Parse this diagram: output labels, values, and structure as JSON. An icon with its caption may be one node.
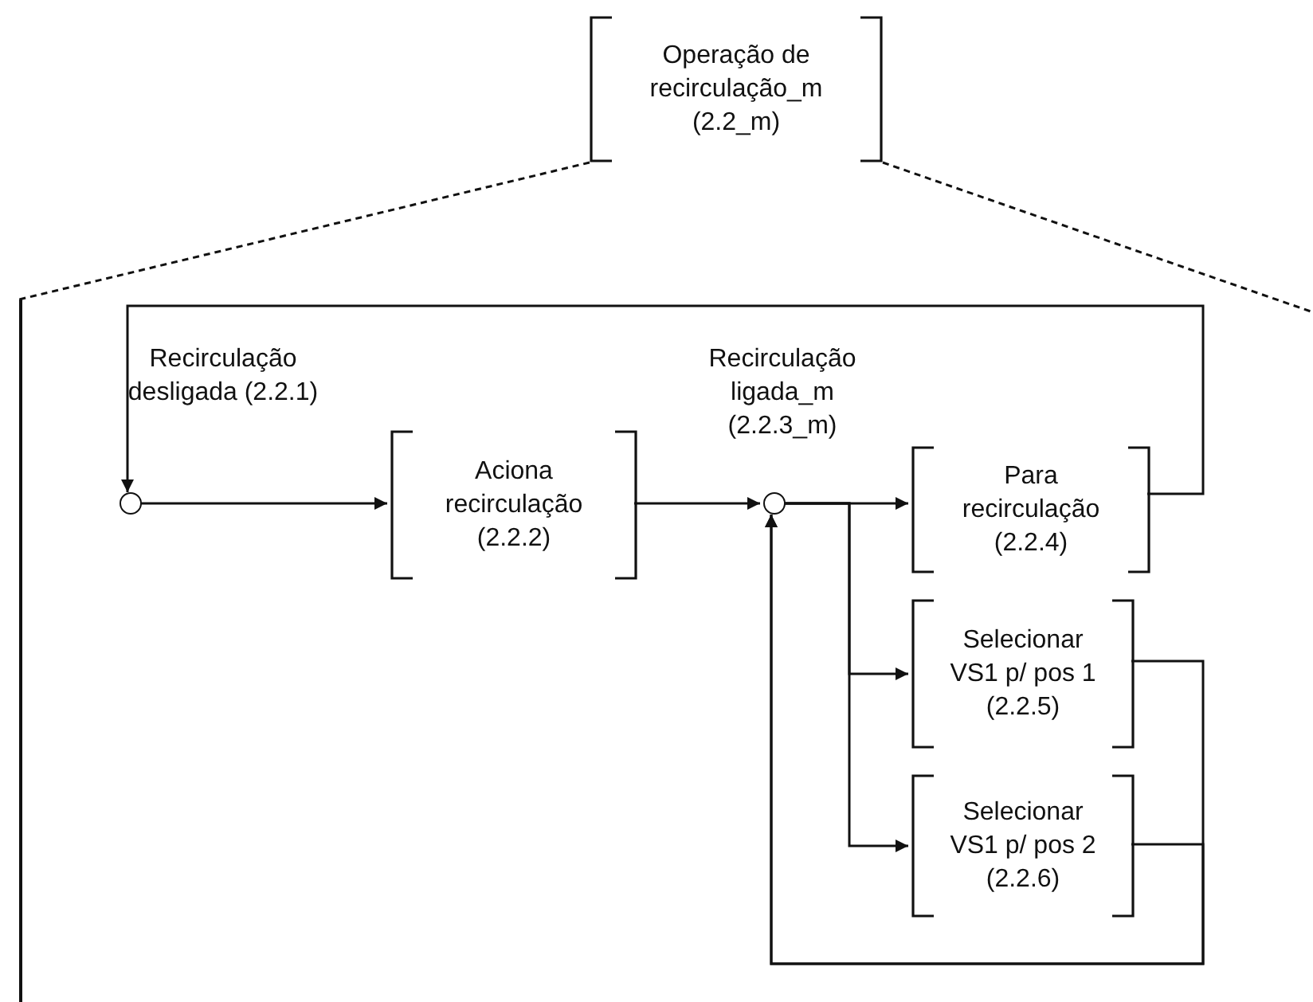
{
  "diagram": {
    "nodes": [
      {
        "text": [
          "Operação de recirculação_m (2.2_m)"
        ]
      },
      {
        "text": [],
        "shape": "box"
      },
      {
        "text": [],
        "shape": "circle",
        "beside": [
          "Recirculação desligada (2.2.1)"
        ],
        "in": 1
      },
      {
        "text": [
          "Aciona recirculação (2.2.2)"
        ],
        "in": 1
      },
      {
        "text": [],
        "shape": "circle",
        "beside": [
          "Recirculação ligada_m (2.2.3_m)"
        ],
        "in": 1
      },
      {
        "text": [
          "Para recirculação (2.2.4)"
        ],
        "in": 1
      },
      {
        "text": [
          "Selecionar VS1 p/ pos 1 (2.2.5)"
        ],
        "in": 1
      },
      {
        "text": [
          "Selecionar VS1 p/ pos 2 (2.2.6)"
        ],
        "in": 1
      }
    ],
    "edges": [
      {
        "from": 0,
        "to": 1,
        "arrow": "none",
        "style": "dashed"
      },
      {
        "from": 0,
        "to": 1,
        "arrow": "none",
        "style": "dashed"
      },
      {
        "from": 2,
        "to": 3,
        "arrow": "to"
      },
      {
        "from": 3,
        "to": 4,
        "arrow": "to"
      },
      {
        "from": 4,
        "to": 5,
        "arrow": "to"
      },
      {
        "from": 4,
        "to": 6,
        "arrow": "to"
      },
      {
        "from": 4,
        "to": 7,
        "arrow": "to"
      },
      {
        "from": 5,
        "to": 2,
        "arrow": "to"
      },
      {
        "from": 6,
        "to": 4,
        "arrow": "to"
      },
      {
        "from": 7,
        "to": 4,
        "arrow": "to"
      }
    ]
  }
}
